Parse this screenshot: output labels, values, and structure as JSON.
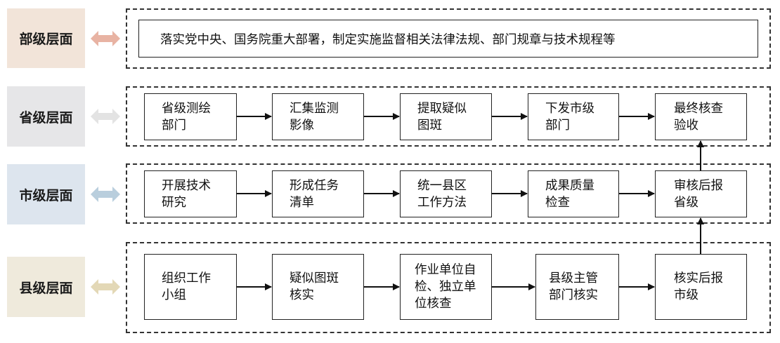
{
  "levels": [
    {
      "label": "部级层面",
      "color": "#f2e4d9",
      "arrow": "#e8b3a3"
    },
    {
      "label": "省级层面",
      "color": "#e6e6e8",
      "arrow": "#e3e3e3"
    },
    {
      "label": "市级层面",
      "color": "#dde5ee",
      "arrow": "#b9cedd"
    },
    {
      "label": "县级层面",
      "color": "#efeadc",
      "arrow": "#e3d8b6"
    }
  ],
  "ministry": {
    "text": "落实党中央、国务院重大部署，制定实施监督相关法律法规、部门规章与技术规程等"
  },
  "province": {
    "steps": [
      [
        "省级测绘",
        "部门"
      ],
      [
        "汇集监测",
        "影像"
      ],
      [
        "提取疑似",
        "图斑"
      ],
      [
        "下发市级",
        "部门"
      ],
      [
        "最终核查",
        "验收"
      ]
    ]
  },
  "city": {
    "steps": [
      [
        "开展技术",
        "研究"
      ],
      [
        "形成任务",
        "清单"
      ],
      [
        "统一县区",
        "工作方法"
      ],
      [
        "成果质量",
        "检查"
      ],
      [
        "审核后报",
        "省级"
      ]
    ]
  },
  "county": {
    "steps": [
      [
        "组织工作",
        "小组"
      ],
      [
        "疑似图斑",
        "核实"
      ],
      [
        "作业单位自",
        "检、独立单",
        "位核查"
      ],
      [
        "县级主管",
        "部门核实"
      ],
      [
        "核实后报",
        "市级"
      ]
    ]
  }
}
